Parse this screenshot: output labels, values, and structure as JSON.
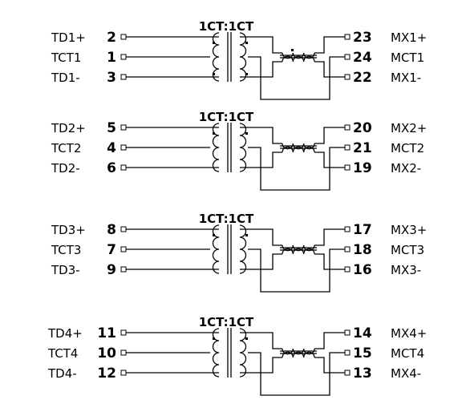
{
  "stages": [
    {
      "ratio": "1CT:1CT",
      "left": [
        {
          "name": "TD1+",
          "pin": "2"
        },
        {
          "name": "TCT1",
          "pin": "1"
        },
        {
          "name": "TD1-",
          "pin": "3"
        }
      ],
      "right": [
        {
          "name": "MX1+",
          "pin": "23"
        },
        {
          "name": "MCT1",
          "pin": "24"
        },
        {
          "name": "MX1-",
          "pin": "22"
        }
      ]
    },
    {
      "ratio": "1CT:1CT",
      "left": [
        {
          "name": "TD2+",
          "pin": "5"
        },
        {
          "name": "TCT2",
          "pin": "4"
        },
        {
          "name": "TD2-",
          "pin": "6"
        }
      ],
      "right": [
        {
          "name": "MX2+",
          "pin": "20"
        },
        {
          "name": "MCT2",
          "pin": "21"
        },
        {
          "name": "MX2-",
          "pin": "19"
        }
      ]
    },
    {
      "ratio": "1CT:1CT",
      "left": [
        {
          "name": "TD3+",
          "pin": "8"
        },
        {
          "name": "TCT3",
          "pin": "7"
        },
        {
          "name": "TD3-",
          "pin": "9"
        }
      ],
      "right": [
        {
          "name": "MX3+",
          "pin": "17"
        },
        {
          "name": "MCT3",
          "pin": "18"
        },
        {
          "name": "MX3-",
          "pin": "16"
        }
      ]
    },
    {
      "ratio": "1CT:1CT",
      "left": [
        {
          "name": "TD4+",
          "pin": "11"
        },
        {
          "name": "TCT4",
          "pin": "10"
        },
        {
          "name": "TD4-",
          "pin": "12"
        }
      ],
      "right": [
        {
          "name": "MX4+",
          "pin": "14"
        },
        {
          "name": "MCT4",
          "pin": "15"
        },
        {
          "name": "MX4-",
          "pin": "13"
        }
      ]
    }
  ]
}
